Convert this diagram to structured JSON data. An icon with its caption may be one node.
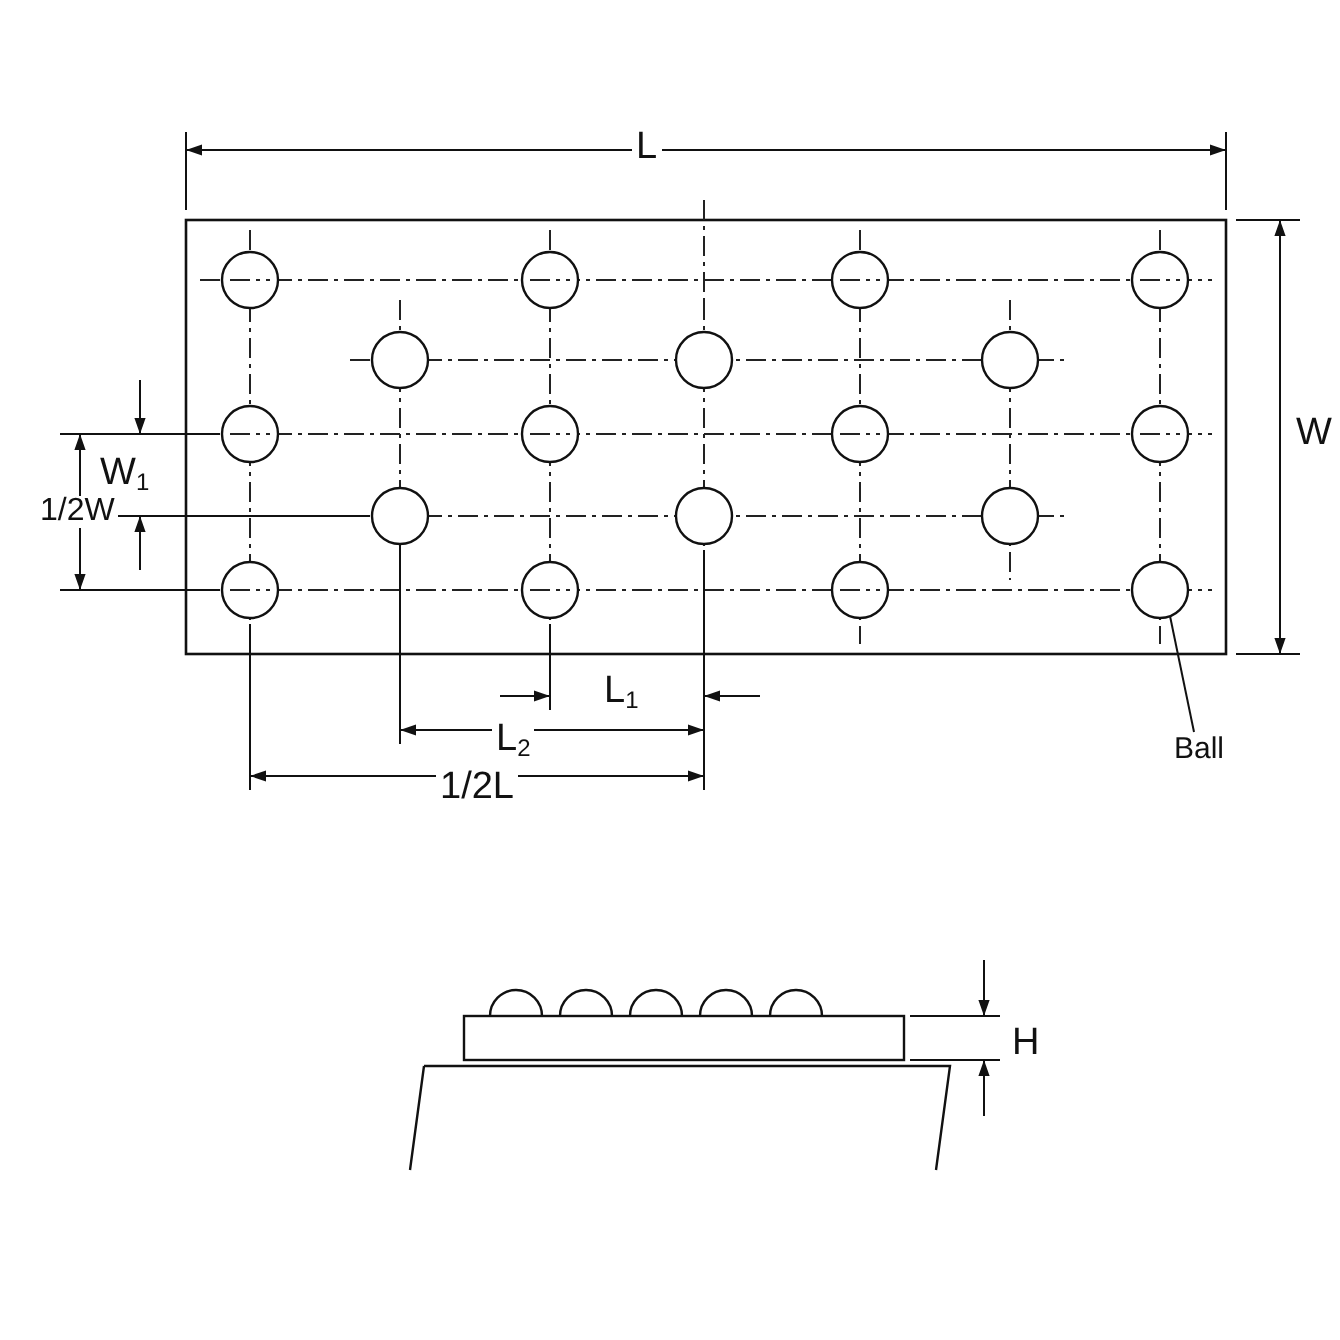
{
  "diagram": {
    "nodes": [
      {
        "text": [
          "Ball"
        ]
      },
      {
        "text": [],
        "shape": "circle"
      }
    ],
    "edges": [
      {
        "from": 0,
        "to": 1,
        "arrow": "none"
      }
    ],
    "labels": [
      "L",
      "W$_{1}$",
      "W",
      "1/2W",
      "L$_{1}$",
      "L$_{2}$",
      "1/2L",
      "H"
    ]
  }
}
